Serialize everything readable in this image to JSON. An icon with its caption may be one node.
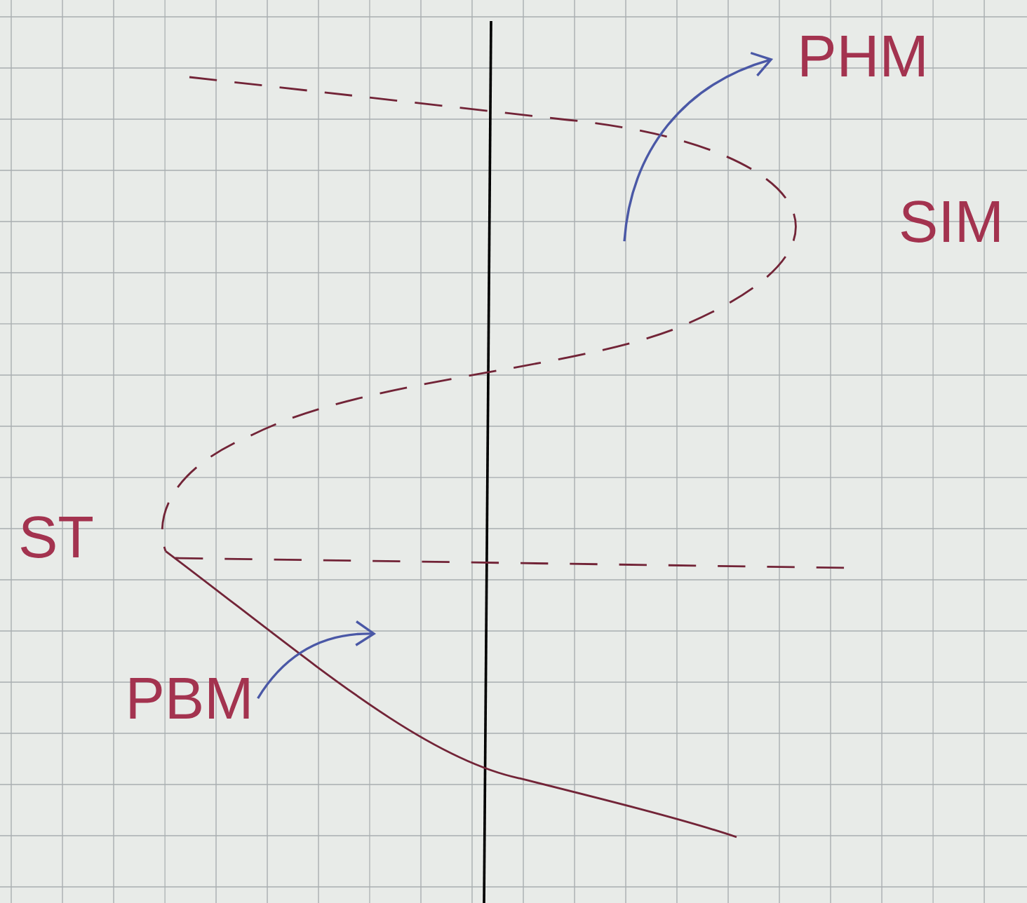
{
  "diagram": {
    "nodes": [
      {
        "text": [
          "PHM"
        ]
      },
      {
        "text": [
          "SIM"
        ]
      },
      {
        "text": [
          "ST"
        ]
      },
      {
        "text": [
          "PBM"
        ]
      }
    ],
    "edges": [
      {
        "from": null,
        "to": 0,
        "arrow": "to"
      },
      {
        "from": 3,
        "to": null,
        "arrow": "to"
      }
    ]
  }
}
